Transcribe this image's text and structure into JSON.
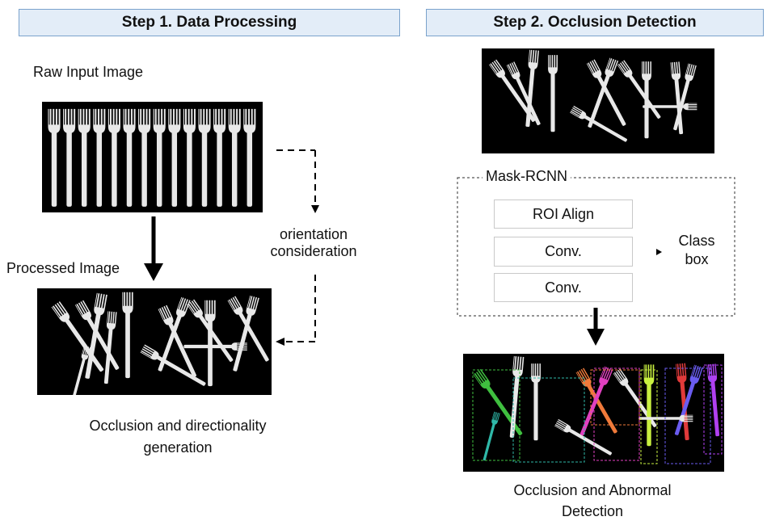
{
  "step1": {
    "header": "Step 1. Data Processing",
    "raw_label": "Raw Input Image",
    "processed_label": "Processed Image",
    "orientation_label": "orientation\nconsideration",
    "caption": "Occlusion and directionality\ngeneration"
  },
  "step2": {
    "header": "Step 2. Occlusion Detection",
    "model_label": "Mask-RCNN",
    "layers": [
      "ROI Align",
      "Conv.",
      "Conv."
    ],
    "output_label": "Class\nbox",
    "caption": "Occlusion and Abnormal\nDetection"
  },
  "colors": {
    "header_bg": "#e3edf8",
    "header_border": "#7aa2cc",
    "photo_bg": "#000000",
    "fork": "#e8e8e8",
    "mask_colors": [
      "#3fbf3f",
      "#2fb8a8",
      "#f07a3a",
      "#e040c0",
      "#c8f040",
      "#e03a3a",
      "#6a5cf0",
      "#b040f0"
    ]
  },
  "icons": [
    "fork-icon",
    "arrow-down-icon",
    "dashed-arrow-icon",
    "arrowhead-right-icon"
  ]
}
